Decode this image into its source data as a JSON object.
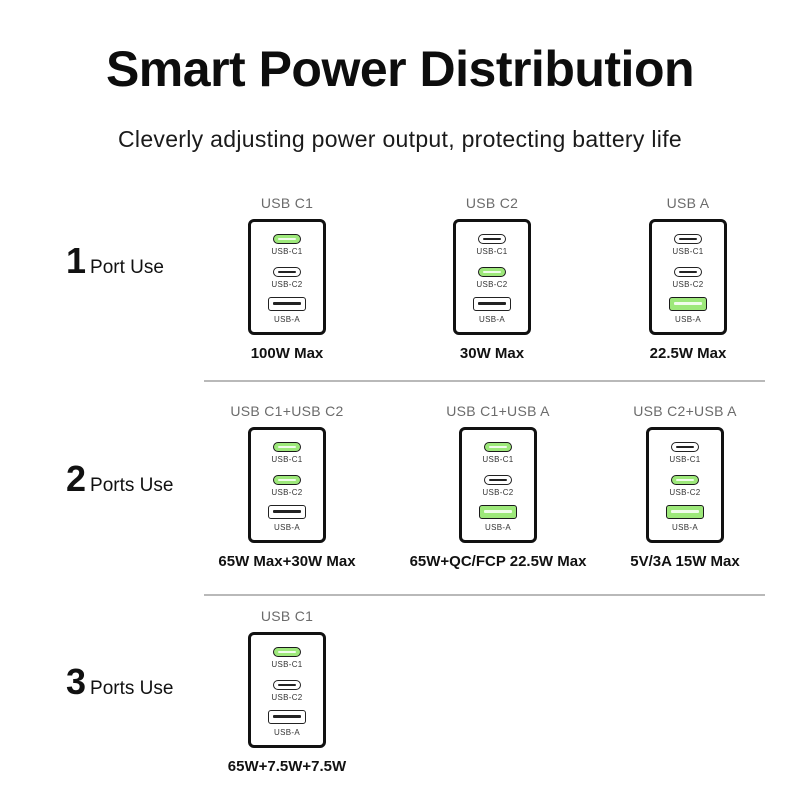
{
  "title": "Smart Power Distribution",
  "subtitle": "Cleverly adjusting power output, protecting battery life",
  "port_labels": {
    "c1": "USB-C1",
    "c2": "USB-C2",
    "a": "USB-A"
  },
  "colors": {
    "active_port": "#9de87a",
    "outline": "#111111",
    "divider": "#b9b9b9",
    "muted_text": "#6b6b6b"
  },
  "rows": [
    {
      "number": "1",
      "label": "Port Use",
      "cells": [
        {
          "combo": "USB C1",
          "active": [
            "c1"
          ],
          "power": "100W Max"
        },
        {
          "combo": "USB C2",
          "active": [
            "c2"
          ],
          "power": "30W Max"
        },
        {
          "combo": "USB A",
          "active": [
            "a"
          ],
          "power": "22.5W Max"
        }
      ]
    },
    {
      "number": "2",
      "label": "Ports Use",
      "cells": [
        {
          "combo": "USB C1+USB C2",
          "active": [
            "c1",
            "c2"
          ],
          "power": "65W Max+30W Max"
        },
        {
          "combo": "USB C1+USB A",
          "active": [
            "c1",
            "a"
          ],
          "power": "65W+QC/FCP 22.5W Max"
        },
        {
          "combo": "USB C2+USB A",
          "active": [
            "c2",
            "a"
          ],
          "power": "5V/3A 15W Max"
        }
      ]
    },
    {
      "number": "3",
      "label": "Ports Use",
      "cells": [
        {
          "combo": "USB C1",
          "active": [
            "c1"
          ],
          "power": "65W+7.5W+7.5W"
        }
      ]
    }
  ]
}
